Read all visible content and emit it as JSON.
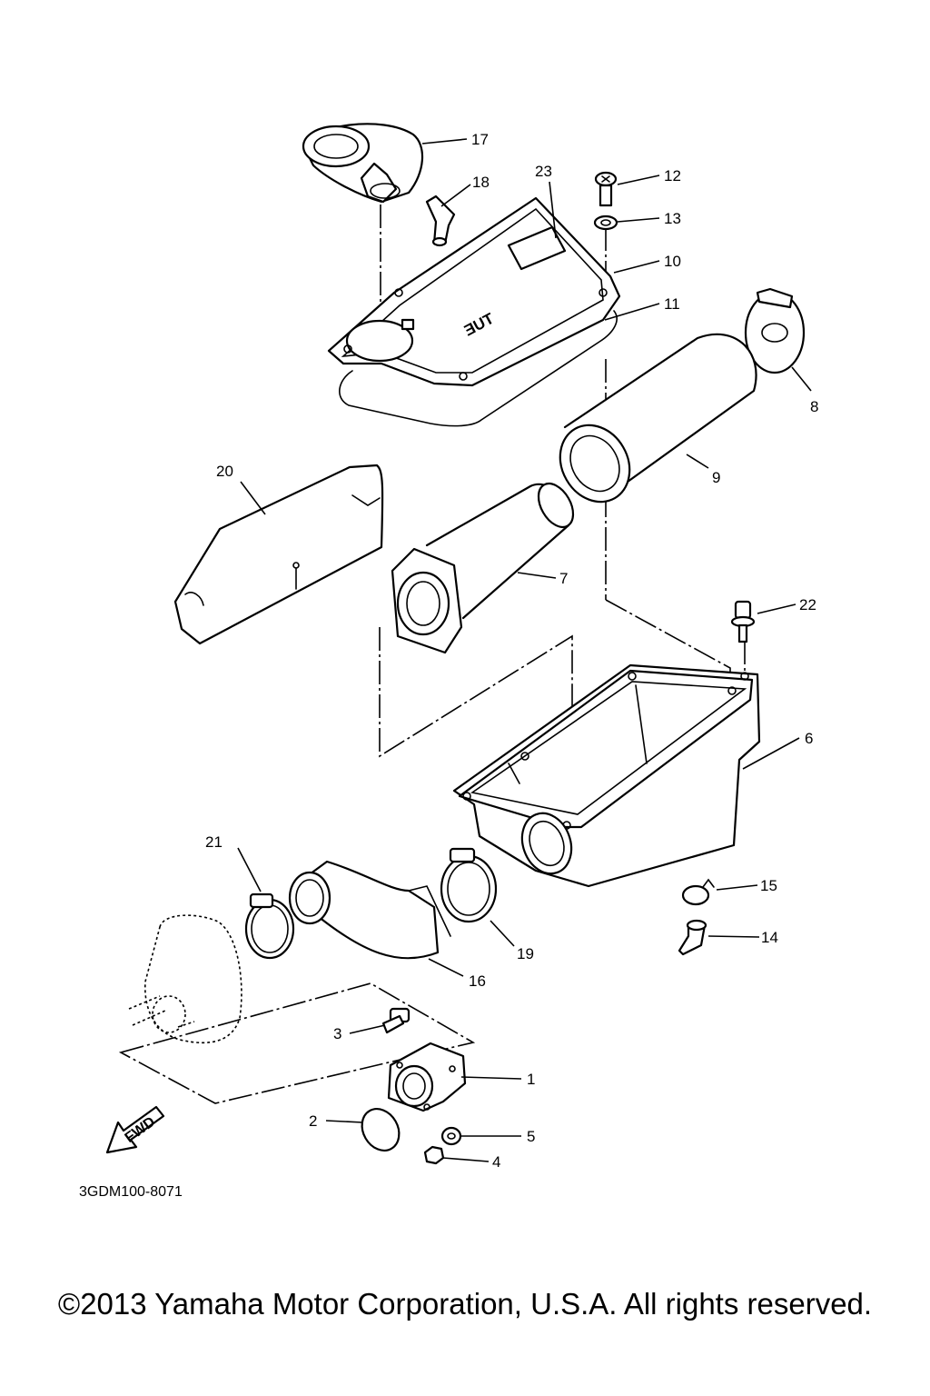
{
  "callouts": {
    "c1": "1",
    "c2": "2",
    "c3": "3",
    "c4": "4",
    "c5": "5",
    "c6": "6",
    "c7": "7",
    "c8": "8",
    "c9": "9",
    "c10": "10",
    "c11": "11",
    "c12": "12",
    "c13": "13",
    "c14": "14",
    "c15": "15",
    "c16": "16",
    "c17": "17",
    "c18": "18",
    "c19": "19",
    "c20": "20",
    "c21": "21",
    "c22": "22",
    "c23": "23"
  },
  "fwd_label": "FWD",
  "cover_mark": "ƎUT",
  "diagram_code": "3GDM100-8071",
  "copyright": "©2013 Yamaha Motor Corporation, U.S.A. All rights reserved."
}
